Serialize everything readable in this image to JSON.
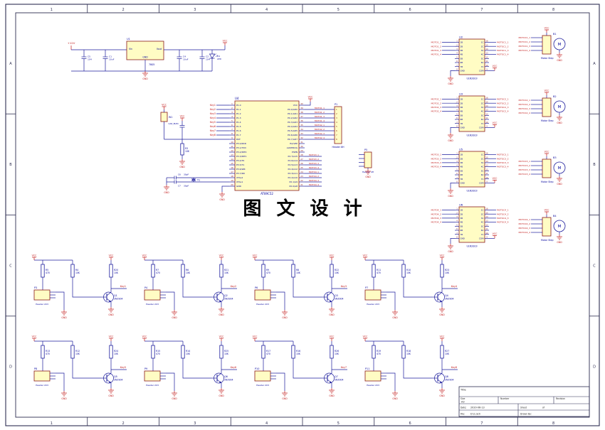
{
  "page": {
    "bg": "#ffffff",
    "frame": {
      "color": "#2e2e52",
      "cols": [
        "1",
        "2",
        "3",
        "4",
        "5",
        "6",
        "7",
        "8"
      ],
      "rows": [
        "A",
        "B",
        "C",
        "D"
      ]
    }
  },
  "colors": {
    "wire": "#1c1c9c",
    "part_stroke": "#8b1a1a",
    "part_fill": "#fffcc4",
    "ref_text": "#00009c",
    "net_text": "#c01818",
    "power": "#c01818",
    "pin_num": "#8b1a1a",
    "title_text": "#222222"
  },
  "labels": {
    "vcc": "VCC",
    "gnd": "GND"
  },
  "watermark": {
    "text": "图 文 设 计"
  },
  "power_section": {
    "vin": "+12V",
    "c5": {
      "ref": "C5",
      "val": "104"
    },
    "c1": {
      "ref": "C1",
      "val": "10uF"
    },
    "u1": {
      "ref": "U1",
      "val": "7805",
      "pin_in": "Vin",
      "pin_out": "Vout",
      "pin_gnd": "GND"
    },
    "c4": {
      "ref": "C4",
      "val": "10uF"
    },
    "c2": {
      "ref": "C2",
      "val": "104"
    },
    "d1": {
      "ref": "D1",
      "val": "LED"
    }
  },
  "mcu": {
    "ref": "U4",
    "part": "AT89C52",
    "left_pins": [
      {
        "n": "1",
        "name": "P1.0"
      },
      {
        "n": "2",
        "name": "P1.1"
      },
      {
        "n": "3",
        "name": "P1.2"
      },
      {
        "n": "4",
        "name": "P1.3"
      },
      {
        "n": "5",
        "name": "P1.4"
      },
      {
        "n": "6",
        "name": "P1.5"
      },
      {
        "n": "7",
        "name": "P1.6"
      },
      {
        "n": "8",
        "name": "P1.7"
      },
      {
        "n": "9",
        "name": "RST"
      },
      {
        "n": "10",
        "name": "P3.0/RXD"
      },
      {
        "n": "11",
        "name": "P3.1/TXD"
      },
      {
        "n": "12",
        "name": "P3.2/INT0"
      },
      {
        "n": "13",
        "name": "P3.3/INT1"
      },
      {
        "n": "14",
        "name": "P3.4/T0"
      },
      {
        "n": "15",
        "name": "P3.5/T1"
      },
      {
        "n": "16",
        "name": "P3.6/WR"
      },
      {
        "n": "17",
        "name": "P3.7/RD"
      },
      {
        "n": "18",
        "name": "XTAL2"
      },
      {
        "n": "19",
        "name": "XTAL1"
      },
      {
        "n": "20",
        "name": "GND"
      }
    ],
    "right_pins": [
      {
        "n": "40",
        "name": "VCC"
      },
      {
        "n": "39",
        "name": "P0.0/AD0"
      },
      {
        "n": "38",
        "name": "P0.1/AD1"
      },
      {
        "n": "37",
        "name": "P0.2/AD2"
      },
      {
        "n": "36",
        "name": "P0.3/AD3"
      },
      {
        "n": "35",
        "name": "P0.4/AD4"
      },
      {
        "n": "34",
        "name": "P0.5/AD5"
      },
      {
        "n": "33",
        "name": "P0.6/AD6"
      },
      {
        "n": "32",
        "name": "P0.7/AD7"
      },
      {
        "n": "31",
        "name": "EA/VPP"
      },
      {
        "n": "30",
        "name": "ALE/PROG"
      },
      {
        "n": "29",
        "name": "PSEN"
      },
      {
        "n": "28",
        "name": "P2.7/A15"
      },
      {
        "n": "27",
        "name": "P2.6/A14"
      },
      {
        "n": "26",
        "name": "P2.5/A13"
      },
      {
        "n": "25",
        "name": "P2.4/A12"
      },
      {
        "n": "24",
        "name": "P2.3/A11"
      },
      {
        "n": "23",
        "name": "P2.2/A10"
      },
      {
        "n": "22",
        "name": "P2.1/A9"
      },
      {
        "n": "21",
        "name": "P2.0/A8"
      }
    ],
    "key_nets": [
      "Key1",
      "Key2",
      "Key3",
      "Key4",
      "Key5",
      "Key6",
      "Key7",
      "Key8"
    ],
    "p0_nets": [
      "MOTO1_1",
      "MOTO1_2",
      "MOTO1_3",
      "MOTO1_4",
      "MOTO2_1",
      "MOTO2_2",
      "MOTO2_3",
      "MOTO2_4"
    ],
    "p2_nets": [
      "MOTO3_1",
      "MOTO3_2",
      "MOTO3_3",
      "MOTO3_4",
      "MOTO4_1",
      "MOTO4_2",
      "MOTO4_3",
      "MOTO4_4"
    ],
    "reset": {
      "w1": "W1",
      "cap": "CAP_ELEC",
      "r3": "R3",
      "r3v": "10K"
    },
    "xtal": {
      "y1": "Y1",
      "c6": "C6",
      "c6v": "30pF",
      "c7": "C7",
      "c7v": "30pF"
    },
    "header8": {
      "ref": "P1",
      "part": "Header 8H",
      "pins": [
        "1",
        "2",
        "3",
        "4",
        "5",
        "6",
        "7",
        "8"
      ]
    },
    "header4": {
      "ref": "P5",
      "part": "Header 4H"
    }
  },
  "uln_pins": {
    "left_names": [
      "1B",
      "2B",
      "3B",
      "4B",
      "5B",
      "6B",
      "7B",
      "GND"
    ],
    "right_names": [
      "1C",
      "2C",
      "3C",
      "4C",
      "5C",
      "6C",
      "7C",
      "COM"
    ],
    "left_nums": [
      "1",
      "2",
      "3",
      "4",
      "5",
      "6",
      "7",
      "8"
    ],
    "right_nums": [
      "16",
      "15",
      "14",
      "13",
      "12",
      "11",
      "10",
      "9"
    ]
  },
  "uln_drivers": [
    {
      "ref": "U2",
      "part": "ULN2003",
      "in_nets": [
        "MOTO1_1",
        "MOTO1_2",
        "MOTO1_3",
        "MOTO1_4"
      ],
      "out_nets": [
        "MOTOC1_1",
        "MOTOC1_2",
        "MOTOC1_3",
        "MOTOC1_4"
      ]
    },
    {
      "ref": "U3",
      "part": "ULN2003",
      "in_nets": [
        "MOTO2_1",
        "MOTO2_2",
        "MOTO2_3",
        "MOTO2_4"
      ],
      "out_nets": [
        "MOTOC2_1",
        "MOTOC2_2",
        "MOTOC2_3",
        "MOTOC2_4"
      ]
    },
    {
      "ref": "U5",
      "part": "ULN2003",
      "in_nets": [
        "MOTO3_1",
        "MOTO3_2",
        "MOTO3_3",
        "MOTO3_4"
      ],
      "out_nets": [
        "MOTOC3_1",
        "MOTOC3_2",
        "MOTOC3_3",
        "MOTOC3_4"
      ]
    },
    {
      "ref": "U6",
      "part": "ULN2003",
      "in_nets": [
        "MOTO4_1",
        "MOTO4_2",
        "MOTO4_3",
        "MOTO4_4"
      ],
      "out_nets": [
        "MOTOC4_1",
        "MOTOC4_2",
        "MOTOC4_3",
        "MOTOC4_4"
      ]
    }
  ],
  "motor_ports": [
    {
      "ref": "B1",
      "part": "Motor Step",
      "m": "M",
      "nets": [
        "MOTOC1_1",
        "MOTOC1_2",
        "MOTOC1_3",
        "MOTOC1_4"
      ]
    },
    {
      "ref": "B2",
      "part": "Motor Step",
      "m": "M",
      "nets": [
        "MOTOC2_1",
        "MOTOC2_2",
        "MOTOC2_3",
        "MOTOC2_4"
      ]
    },
    {
      "ref": "B3",
      "part": "Motor Step",
      "m": "M",
      "nets": [
        "MOTOC3_1",
        "MOTOC3_2",
        "MOTOC3_3",
        "MOTOC3_4"
      ]
    },
    {
      "ref": "B4",
      "part": "Motor Step",
      "m": "M",
      "nets": [
        "MOTOC4_1",
        "MOTOC4_2",
        "MOTOC4_3",
        "MOTOC4_4"
      ]
    }
  ],
  "key_drivers": [
    {
      "header": "P3",
      "hpart": "Header 2X3",
      "rb": "R4",
      "rbv": "10K",
      "rl": "R5",
      "rlv": "470",
      "rc": "R20",
      "rcv": "10K",
      "q": "Q1",
      "qv": "2N3904",
      "net": "Key1"
    },
    {
      "header": "P4",
      "hpart": "Header 2X3",
      "rb": "R6",
      "rbv": "10K",
      "rl": "R7",
      "rlv": "470",
      "rc": "R21",
      "rcv": "10K",
      "q": "Q2",
      "qv": "2N3904",
      "net": "Key2"
    },
    {
      "header": "P6",
      "hpart": "Header 2X3",
      "rb": "R8",
      "rbv": "10K",
      "rl": "R9",
      "rlv": "470",
      "rc": "R22",
      "rcv": "10K",
      "q": "Q3",
      "qv": "2N3904",
      "net": "Key3"
    },
    {
      "header": "P7",
      "hpart": "Header 2X3",
      "rb": "R10",
      "rbv": "10K",
      "rl": "R11",
      "rlv": "470",
      "rc": "R23",
      "rcv": "10K",
      "q": "Q4",
      "qv": "2N3904",
      "net": "Key4"
    },
    {
      "header": "P8",
      "hpart": "Header 2X3",
      "rb": "R12",
      "rbv": "10K",
      "rl": "R13",
      "rlv": "470",
      "rc": "R24",
      "rcv": "10K",
      "q": "Q5",
      "qv": "2N3904",
      "net": "Key5"
    },
    {
      "header": "P9",
      "hpart": "Header 2X3",
      "rb": "R14",
      "rbv": "10K",
      "rl": "R15",
      "rlv": "470",
      "rc": "R25",
      "rcv": "10K",
      "q": "Q6",
      "qv": "2N3904",
      "net": "Key6"
    },
    {
      "header": "P10",
      "hpart": "Header 2X3",
      "rb": "R16",
      "rbv": "10K",
      "rl": "R17",
      "rlv": "470",
      "rc": "R26",
      "rcv": "10K",
      "q": "Q7",
      "qv": "2N3904",
      "net": "Key7"
    },
    {
      "header": "P11",
      "hpart": "Header 2X3",
      "rb": "R18",
      "rbv": "10K",
      "rl": "R19",
      "rlv": "470",
      "rc": "R27",
      "rcv": "10K",
      "q": "Q8",
      "qv": "2N3904",
      "net": "Key8"
    }
  ],
  "title_block": {
    "title_label": "Title",
    "size_label": "Size",
    "size": "A3",
    "number_label": "Number",
    "revision_label": "Revision",
    "date_label": "Date:",
    "date": "2020-06-13",
    "sheet_label": "Sheet",
    "sheet_of": "of",
    "file_label": "File:",
    "file": "D:\\1.Sch",
    "drawn_label": "Drawn By:"
  }
}
